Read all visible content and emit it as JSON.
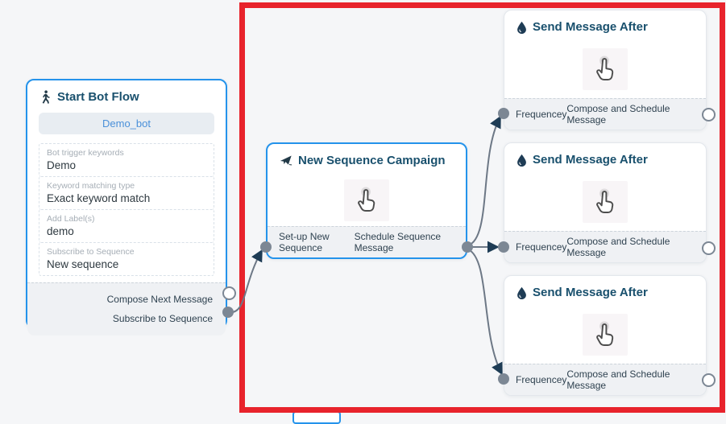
{
  "colors": {
    "canvas_bg": "#f5f6f8",
    "node_border_blue": "#2493eb",
    "annotation_red": "#e8232c",
    "title_navy": "#19506d",
    "edge_gray": "#6d7886",
    "arrow_navy": "#1e3c55",
    "port_gray": "#7c8794",
    "bot_pill_text": "#4a90d9"
  },
  "start_node": {
    "title": "Start Bot Flow",
    "icon": "walking-person-icon",
    "bot_name": "Demo_bot",
    "fields": [
      {
        "label": "Bot trigger keywords",
        "value": "Demo"
      },
      {
        "label": "Keyword matching type",
        "value": "Exact keyword match"
      },
      {
        "label": "Add Label(s)",
        "value": "demo"
      },
      {
        "label": "Subscribe to Sequence",
        "value": "New sequence"
      }
    ],
    "outputs": [
      {
        "label": "Compose Next Message",
        "connected": false
      },
      {
        "label": "Subscribe to Sequence",
        "connected": true
      }
    ]
  },
  "sequence_node": {
    "title": "New Sequence Campaign",
    "icon": "send-paper-plane-icon",
    "input_label": "Set-up New Sequence",
    "output_label": "Schedule Sequence Message"
  },
  "message_nodes": [
    {
      "title": "Send Message After",
      "icon": "water-drop-icon",
      "input_label": "Frequencey",
      "output_label": "Compose and Schedule Message"
    },
    {
      "title": "Send Message After",
      "icon": "water-drop-icon",
      "input_label": "Frequencey",
      "output_label": "Compose and Schedule Message"
    },
    {
      "title": "Send Message After",
      "icon": "water-drop-icon",
      "input_label": "Frequencey",
      "output_label": "Compose and Schedule Message"
    }
  ]
}
